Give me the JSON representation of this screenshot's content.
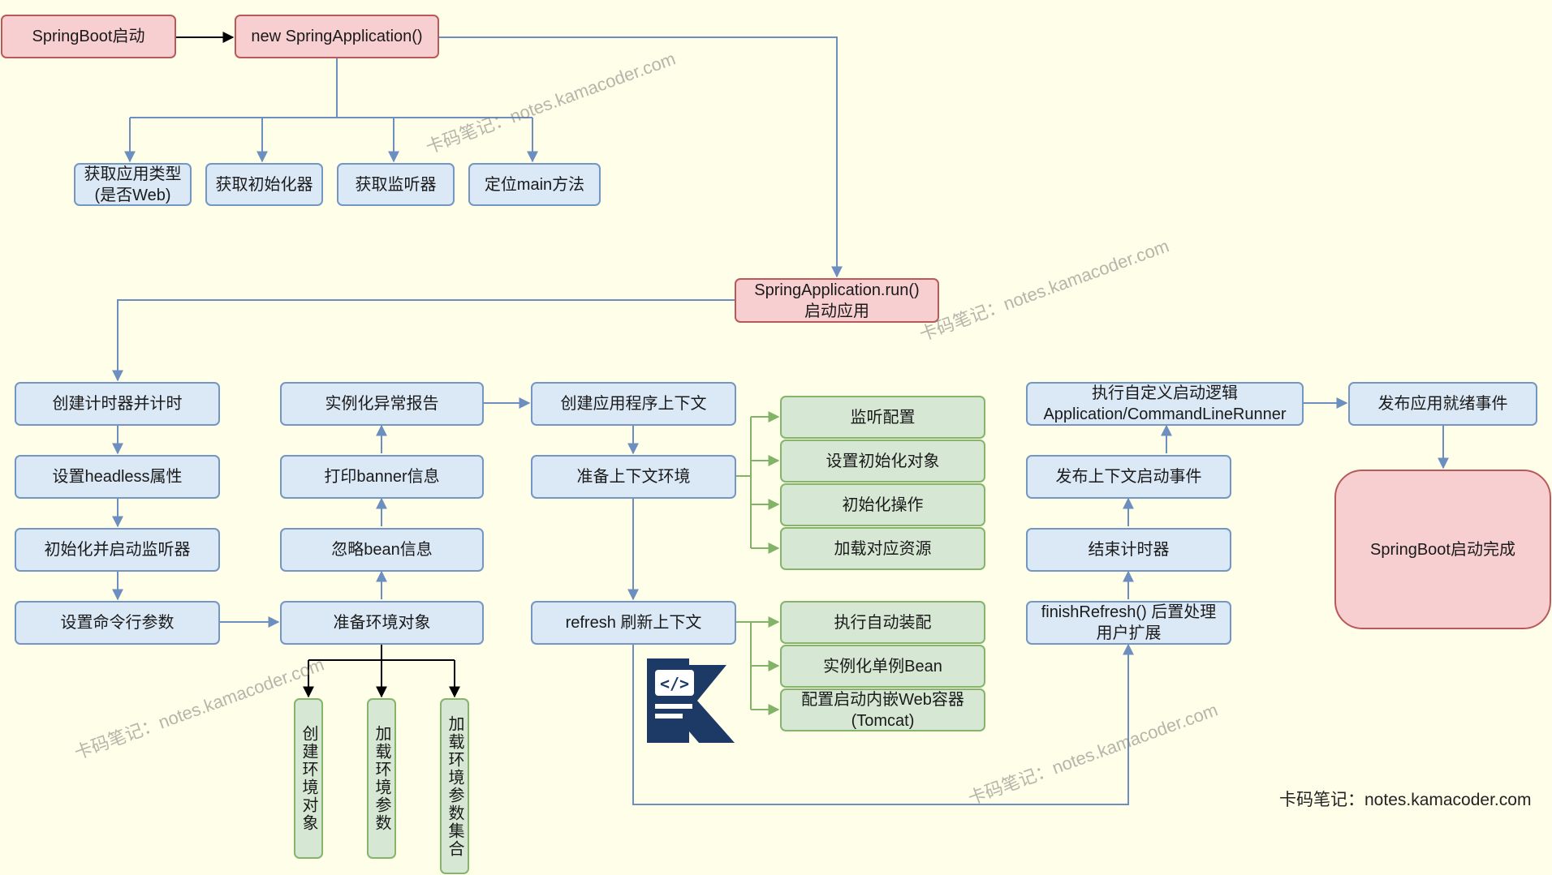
{
  "nodes": {
    "springboot_start": "SpringBoot启动",
    "new_app": "new SpringApplication()",
    "get_app_type": "获取应用类型\n(是否Web)",
    "get_initializers": "获取初始化器",
    "get_listeners": "获取监听器",
    "locate_main": "定位main方法",
    "app_run": "SpringApplication.run()\n启动应用",
    "create_timer": "创建计时器并计时",
    "set_headless": "设置headless属性",
    "init_listeners": "初始化并启动监听器",
    "set_args": "设置命令行参数",
    "exception_report": "实例化异常报告",
    "print_banner": "打印banner信息",
    "ignore_bean": "忽略bean信息",
    "prepare_env": "准备环境对象",
    "create_env_obj": "创建环境对象",
    "load_env_params": "加载环境参数",
    "load_env_param_set": "加载环境参数集合",
    "create_context": "创建应用程序上下文",
    "prepare_context": "准备上下文环境",
    "listen_config": "监听配置",
    "set_init_obj": "设置初始化对象",
    "init_op": "初始化操作",
    "load_resources": "加载对应资源",
    "refresh_context": "refresh 刷新上下文",
    "auto_config": "执行自动装配",
    "instantiate_bean": "实例化单例Bean",
    "embed_web": "配置启动内嵌Web容器\n(Tomcat)",
    "custom_runner": "执行自定义启动逻辑\nApplication/CommandLineRunner",
    "publish_ready": "发布应用就绪事件",
    "publish_started": "发布上下文启动事件",
    "end_timer": "结束计时器",
    "finish_refresh": "finishRefresh() 后置处理\n用户扩展",
    "springboot_done": "SpringBoot启动完成"
  },
  "watermark": "卡码笔记：notes.kamacoder.com",
  "footer": "卡码笔记：notes.kamacoder.com",
  "colors": {
    "red_fill": "#f7cfd0",
    "red_stroke": "#b9595a",
    "blue_fill": "#dbe8f6",
    "blue_stroke": "#7496c2",
    "green_fill": "#d6e8d4",
    "green_stroke": "#84b56b",
    "edge_blue": "#6d8fc0",
    "edge_black": "#000000",
    "edge_green": "#82b366",
    "logo_navy": "#1d3a66"
  }
}
